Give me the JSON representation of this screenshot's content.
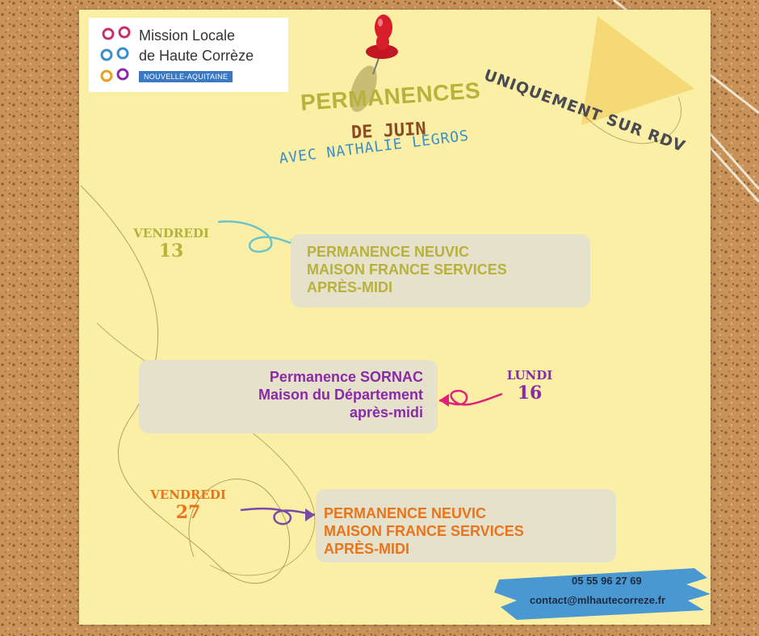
{
  "logo": {
    "line1": "Mission Locale",
    "line2": "de Haute Corrèze",
    "region": "NOUVELLE-AQUITAINE"
  },
  "header": {
    "line1": "PERMANENCES",
    "line2": "DE JUIN",
    "line3": "AVEC NATHALIE LEGROS",
    "rdv": "UNIQUEMENT SUR RDV"
  },
  "events": [
    {
      "weekday": "VENDREDI",
      "day": "13",
      "lines": [
        "PERMANENCE NEUVIC",
        "MAISON FRANCE SERVICES",
        "APRÈS-MIDI"
      ],
      "color": "#b8b23c"
    },
    {
      "weekday": "LUNDI",
      "day": "16",
      "lines": [
        "Permanence  SORNAC",
        "Maison du Département",
        "après-midi"
      ],
      "color": "#8a2aa8"
    },
    {
      "weekday": "VENDREDI",
      "day": "27",
      "lines": [
        "PERMANENCE NEUVIC",
        "MAISON FRANCE SERVICES",
        "APRÈS-MIDI"
      ],
      "color": "#e8741c"
    }
  ],
  "contact": {
    "phone": "05 55 96 27 69",
    "email": "contact@mlhautecorreze.fr"
  },
  "colors": {
    "cork": "#c8935a",
    "paper": "#fbefa6",
    "box": "#e6e1ca",
    "brush": "#4a98d2",
    "pin": "#d81e2a"
  }
}
